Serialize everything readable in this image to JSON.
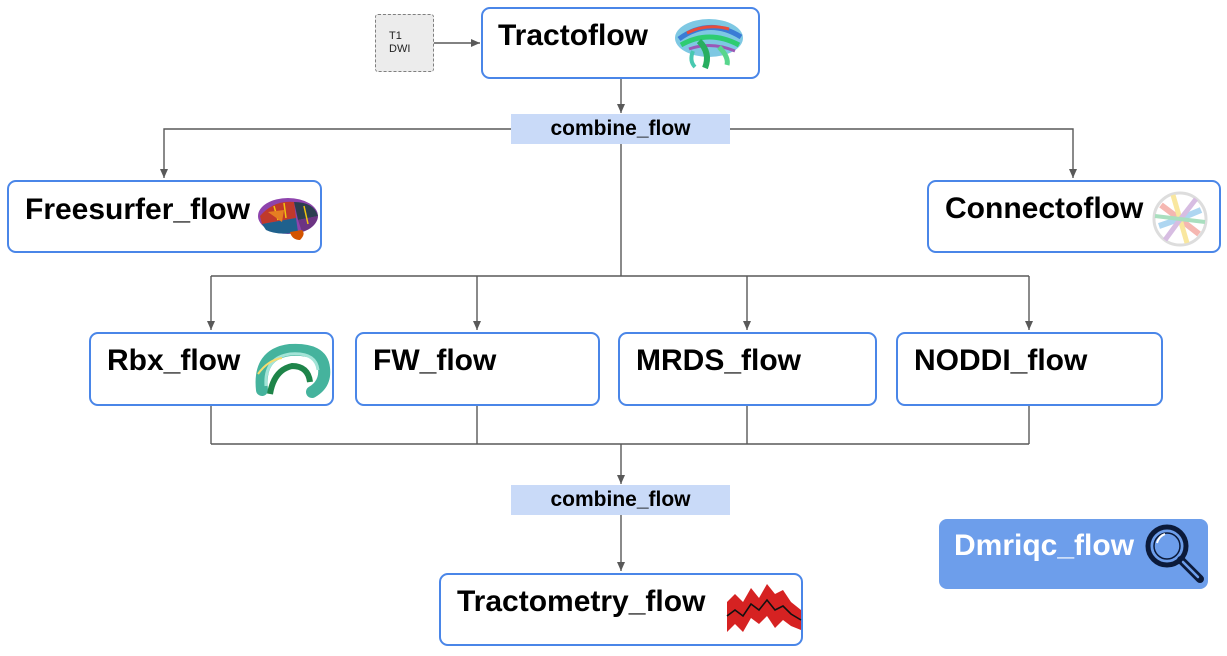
{
  "inputs": {
    "line1": "T1",
    "line2": "DWI"
  },
  "nodes": {
    "tractoflow": "Tractoflow",
    "freesurfer": "Freesurfer_flow",
    "connectoflow": "Connectoflow",
    "rbx": "Rbx_flow",
    "fw": "FW_flow",
    "mrds": "MRDS_flow",
    "noddi": "NODDI_flow",
    "tractometry": "Tractometry_flow",
    "dmriqc": "Dmriqc_flow"
  },
  "combine_top": "combine_flow",
  "combine_bottom": "combine_flow",
  "icons": {
    "tractoflow": "tractogram-brain-icon",
    "freesurfer": "parcellated-brain-icon",
    "connectoflow": "chord-connectome-icon",
    "rbx": "bundle-icon",
    "tractometry": "profile-plot-icon",
    "dmriqc": "magnifier-icon"
  },
  "colors": {
    "node_border": "#4a86e8",
    "combine_fill": "#c9daf8",
    "dmriqc_fill": "#6d9eeb",
    "connector": "#595959"
  }
}
